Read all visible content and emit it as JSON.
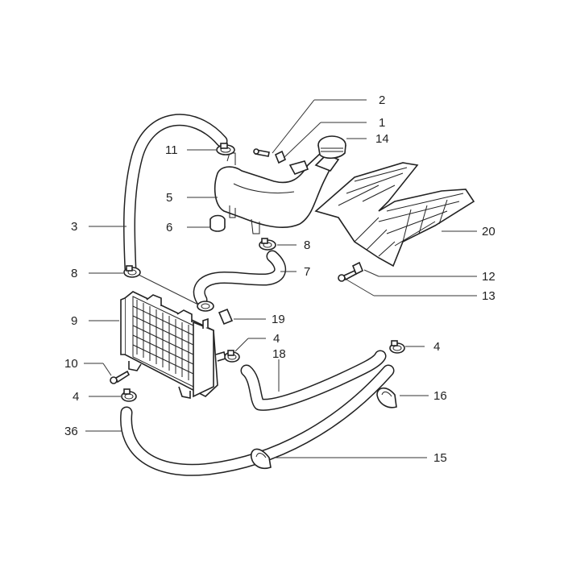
{
  "diagram": {
    "type": "exploded-parts-diagram",
    "colors": {
      "line": "#222222",
      "background": "#ffffff"
    },
    "callouts": [
      {
        "id": "c2",
        "label": "2"
      },
      {
        "id": "c1",
        "label": "1"
      },
      {
        "id": "c14",
        "label": "14"
      },
      {
        "id": "c11",
        "label": "11"
      },
      {
        "id": "c5",
        "label": "5"
      },
      {
        "id": "c6",
        "label": "6"
      },
      {
        "id": "c3",
        "label": "3"
      },
      {
        "id": "c8a",
        "label": "8"
      },
      {
        "id": "c8b",
        "label": "8"
      },
      {
        "id": "c7",
        "label": "7"
      },
      {
        "id": "c20",
        "label": "20"
      },
      {
        "id": "c12",
        "label": "12"
      },
      {
        "id": "c13",
        "label": "13"
      },
      {
        "id": "c9",
        "label": "9"
      },
      {
        "id": "c19",
        "label": "19"
      },
      {
        "id": "c4a",
        "label": "4"
      },
      {
        "id": "c18",
        "label": "18"
      },
      {
        "id": "c4b",
        "label": "4"
      },
      {
        "id": "c10",
        "label": "10"
      },
      {
        "id": "c4c",
        "label": "4"
      },
      {
        "id": "c16",
        "label": "16"
      },
      {
        "id": "c36",
        "label": "36"
      },
      {
        "id": "c15",
        "label": "15"
      }
    ]
  }
}
